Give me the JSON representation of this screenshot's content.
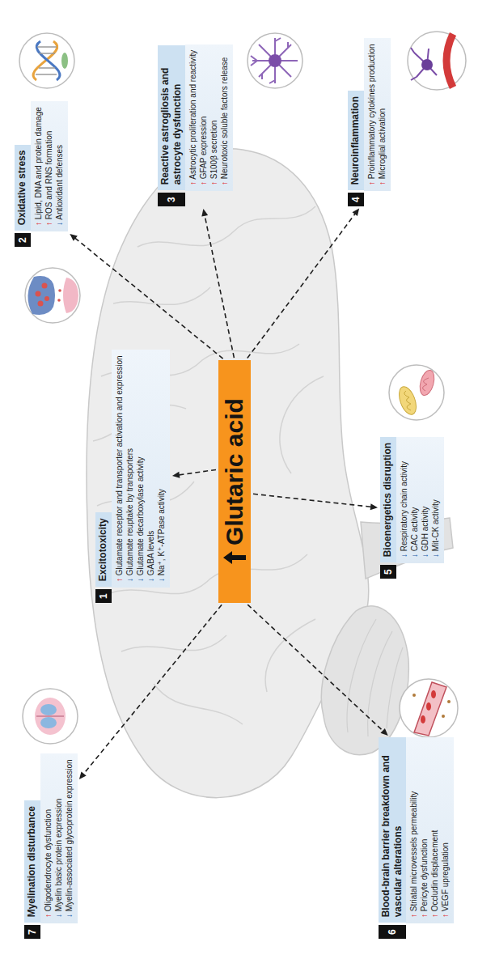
{
  "diagram": {
    "nodes": [
      {
        "text": [
          "Glutaric acid"
        ]
      },
      {
        "text": [
          "1",
          "Excitotoxicity",
          "↑ Glutamate receptor and transporter activation and expression",
          "↓ Glutamate reuptake by transporters",
          "↓ Glutamate decarboxylase activity",
          "↓ GABA levels",
          "↓ Na⁺, K⁺-ATPase activity"
        ]
      },
      {
        "text": [
          "2",
          "Oxidative stress",
          "↑ Lipid, DNA and protein damage",
          "↑ ROS and RNS formation",
          "↓ Antioxidant defenses"
        ]
      },
      {
        "text": [
          "3",
          "Reactive astrogliosis and astrocyte dysfunction",
          "↑ Astrocytic proliferation and reactivity",
          "↑ GFAP expression",
          "↑ S100β secretion",
          "↑ Neurotoxic soluble factors release"
        ]
      },
      {
        "text": [
          "4",
          "Neuroinflammation",
          "↑ Proinflammatory cytokines production",
          "↑ Microglial activation"
        ]
      },
      {
        "text": [
          "5",
          "Bioenergetics disruption",
          "↓ Respiratory chain activity",
          "↓ CAC activity",
          "↓ GDH activity",
          "↓ Mit-CK activity"
        ]
      },
      {
        "text": [
          "6",
          "Blood-brain barrier breakdown and vascular alterations",
          "↑ Striatal microvessels permeability",
          "↑ Pericyte dysfunction",
          "↑ Occludin displacement",
          "↑ VEGF upregulation"
        ]
      },
      {
        "text": [
          "7",
          "Myelination disturbance",
          "↑ Oligodendrocyte dysfunction",
          "↓ Myelin basic protein expression",
          "↓ Myelin-associated glycoprotein expression"
        ]
      }
    ],
    "edges": [
      {
        "from": 0,
        "to": 1,
        "arrow": "to"
      },
      {
        "from": 0,
        "to": 2,
        "arrow": "to"
      },
      {
        "from": 0,
        "to": 3,
        "arrow": "to"
      },
      {
        "from": 0,
        "to": 4,
        "arrow": "to"
      },
      {
        "from": 0,
        "to": 5,
        "arrow": "to"
      },
      {
        "from": 0,
        "to": 6,
        "arrow": "to"
      },
      {
        "from": 0,
        "to": 7,
        "arrow": "to"
      }
    ]
  }
}
